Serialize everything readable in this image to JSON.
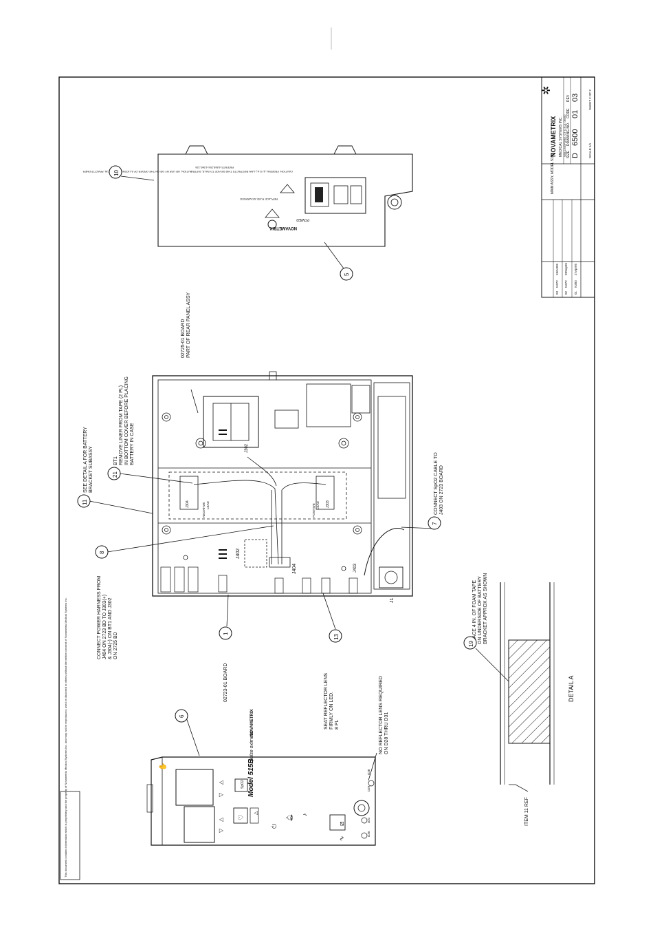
{
  "notes": {
    "n1": "SEE DETAIL A FOR BATTERY",
    "n1b": "BRACKET SUBASSY",
    "bt1": "BT1",
    "bt1_a": "REMOVE LINER FROM TAPE (2 PL)",
    "bt1_b": "IN BOTTOM COVER BEFORE PLACING",
    "bt1_c": "BATTERY IN CASE",
    "board_02725_a": "02725-01 BOARD",
    "board_02725_b": "PART OF REAR PANEL ASSY",
    "connect_spo2_a": "CONNECT SpO2 CABLE TO",
    "connect_spo2_b": "J403 ON 2723 BOARD",
    "harness_a": "CONNECT POWER HARNESS FROM",
    "harness_b": "J404 ON 2723 BD TO J303(+)",
    "harness_c": "& J304(-) ON BT1 AND J302",
    "harness_d": "ON 2725 BD",
    "board_02723": "02723-01 BOARD",
    "seat_a": "SEAT REFLECTOR LENS",
    "seat_b": "FIRMLY ON LED.",
    "seat_c": "8 PL",
    "no_refl_a": "NO REFLECTOR LENS REQUIRED",
    "no_refl_b": "ON D28 THRU D31",
    "foam_a": "PLACE 4 IN. OF FOAM TAPE",
    "foam_b": "ON UNDERSIDE OF BATTERY",
    "foam_c": "BRACKET APPROX AS SHOWN",
    "item11": "ITEM 11 REF",
    "detail": "DETAIL A",
    "j1": "J1"
  },
  "balloons": [
    "10",
    "5",
    "11",
    "21",
    "8",
    "7",
    "1",
    "13",
    "6",
    "19"
  ],
  "board_labels": {
    "j302": "J302",
    "j402": "J402",
    "j404": "J404",
    "j403": "J403",
    "j304": "J304",
    "j303": "J303",
    "negative": "NEGATIVE",
    "positive": "POSITIVE",
    "lead": "LEAD"
  },
  "front_panel": {
    "model": "Model 515B",
    "subtitle": "pulse oximeter",
    "brand": "NOVAMETRIX",
    "spo2_btn": "SpO2",
    "leds": [
      "D30",
      "D31",
      "D29",
      "D28"
    ]
  },
  "rear_panel": {
    "power": "POWER",
    "caution": "CAUTION: FEDERAL (U.S.A.) LAW RESTRICTS THIS DEVICE TO SALE, DISTRIBUTION, OR USE BY OR ON THE ORDER OF A LICENSED MEDICAL PRACTITIONER.",
    "fuse": "REPLACE FUSE AS MARKED",
    "patents": "PATENTS 4,869,254 4,960,126"
  },
  "title_block": {
    "company": "NOVAMETRIX",
    "division": "MEDICAL SYSTEMS INC.",
    "address": "WALLINGFORD, CT U.S.A. 06492",
    "title": "MAIN ASSY, MODEL 515B",
    "size": "D",
    "drawing_no": "6500",
    "code": "01",
    "rev": "03",
    "sheet": "SHEET 2 OF 2",
    "scale": "SCALE 1/1",
    "revisions": [
      {
        "rev": "03",
        "ecn": "N372",
        "date": "18Oct95"
      },
      {
        "rev": "02",
        "ecn": "N372",
        "date": "28Sep95"
      },
      {
        "rev": "01",
        "ecn": "N383",
        "date": "27Apr95"
      }
    ]
  },
  "proprietary": "This document contains information which is proprietary and the property of Novametrix Medical Systems Inc. and may not be reproduced, used or disclosed to others without the written consent of Novametrix Medical Systems Inc."
}
